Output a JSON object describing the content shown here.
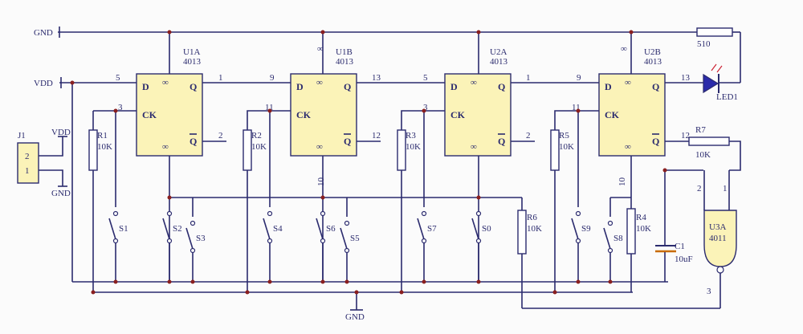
{
  "nets": {
    "gnd_top": "GND",
    "vdd_left": "VDD",
    "gnd_bottom": "GND"
  },
  "connector": {
    "ref": "J1",
    "pin2": "2",
    "pin1": "1",
    "vdd": "VDD",
    "gnd": "GND"
  },
  "flipflops": [
    {
      "ref": "U1A",
      "part": "4013",
      "d_pin": "5",
      "ck_pin": "3",
      "q_pin": "1",
      "qbar_pin": "2",
      "d": "D",
      "ck": "CK",
      "q": "Q",
      "qbar": "Q",
      "s": "∞",
      "r": "∞"
    },
    {
      "ref": "U1B",
      "part": "4013",
      "d_pin": "9",
      "ck_pin": "11",
      "q_pin": "13",
      "qbar_pin": "12",
      "d": "D",
      "ck": "CK",
      "q": "Q",
      "qbar": "Q",
      "s": "∞",
      "r": "∞"
    },
    {
      "ref": "U2A",
      "part": "4013",
      "d_pin": "5",
      "ck_pin": "3",
      "q_pin": "1",
      "qbar_pin": "2",
      "d": "D",
      "ck": "CK",
      "q": "Q",
      "qbar": "Q",
      "s": "∞",
      "r": "∞"
    },
    {
      "ref": "U2B",
      "part": "4013",
      "d_pin": "9",
      "ck_pin": "11",
      "q_pin": "13",
      "qbar_pin": "12",
      "d": "D",
      "ck": "CK",
      "q": "Q",
      "qbar": "Q",
      "s": "∞",
      "r": "∞"
    }
  ],
  "top_pins": {
    "u1b": "∞",
    "u2b": "∞"
  },
  "bottom_pins": {
    "u1b": "10",
    "u2b": "10"
  },
  "resistors": [
    {
      "ref": "R1",
      "value": "10K"
    },
    {
      "ref": "R2",
      "value": "10K"
    },
    {
      "ref": "R3",
      "value": "10K"
    },
    {
      "ref": "R5",
      "value": "10K"
    },
    {
      "ref": "R6",
      "value": "10K"
    },
    {
      "ref": "R4",
      "value": "10K"
    },
    {
      "ref": "R7",
      "value": "10K"
    },
    {
      "ref": "510",
      "value": ""
    }
  ],
  "switches": [
    "S1",
    "S2",
    "S3",
    "S4",
    "S6",
    "S5",
    "S7",
    "S0",
    "S9",
    "S8"
  ],
  "led": {
    "ref": "LED1"
  },
  "capacitor": {
    "ref": "C1",
    "value": "10uF"
  },
  "gate": {
    "ref": "U3A",
    "part": "4011",
    "in1": "2",
    "in2": "1",
    "out": "3"
  }
}
